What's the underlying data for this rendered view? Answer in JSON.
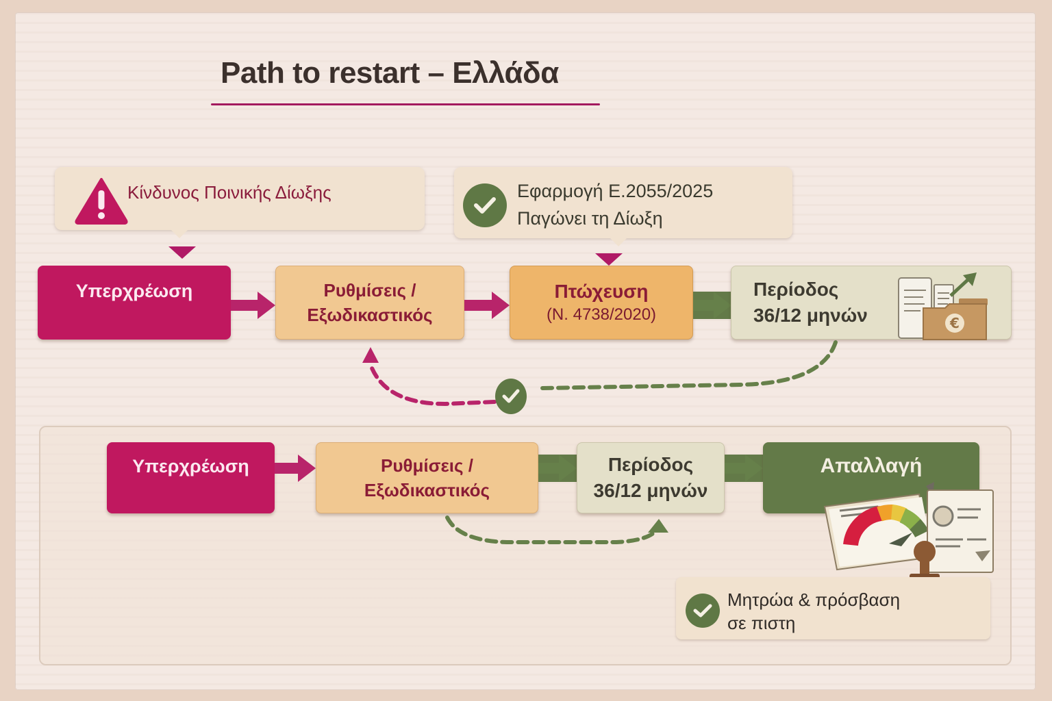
{
  "title": "Path to restart – Ελλάδα",
  "colors": {
    "accent_magenta": "#c0185f",
    "peach": "#f1c891",
    "orange": "#eeb56a",
    "sage": "#e4e0c9",
    "green": "#637a48",
    "text_dark": "#3b302c",
    "text_maroon": "#8a1c36"
  },
  "top_flow": {
    "callouts": {
      "warning": {
        "icon": "warning-triangle-icon",
        "text": "Κίνδυνος Ποινικής Δίωξης"
      },
      "law_applied": {
        "icon": "check-circle-icon",
        "line1": "Εφαρμογή Ε.2055/2025",
        "line2": "Παγώνει τη Δίωξη"
      }
    },
    "steps": [
      {
        "label": "Υπερχρέωση"
      },
      {
        "line1": "Ρυθμίσεις /",
        "line2": "Εξωδικαστικός"
      },
      {
        "label": "Πτώχευση",
        "sublabel": "(Ν. 4738/2020)"
      },
      {
        "line1": "Περίοδος",
        "line2": "36/12 μηνών",
        "icon": "folder-euro-growth-icon"
      }
    ],
    "return_path": {
      "icon": "check-circle-icon",
      "from": "Περίοδος 36/12 μηνών",
      "to": "Ρυθμίσεις / Εξωδικαστικός"
    }
  },
  "bottom_flow": {
    "steps": [
      {
        "label": "Υπερχρέωση"
      },
      {
        "line1": "Ρυθμίσεις /",
        "line2": "Εξωδικαστικός"
      },
      {
        "line1": "Περίοδος",
        "line2": "36/12 μηνών"
      },
      {
        "label": "Απαλλαγή",
        "icon": "credit-score-report-icon"
      }
    ],
    "callout": {
      "icon": "check-circle-icon",
      "line1": "Μητρώα & πρόσβαση",
      "line2": "σε πιστη"
    }
  }
}
